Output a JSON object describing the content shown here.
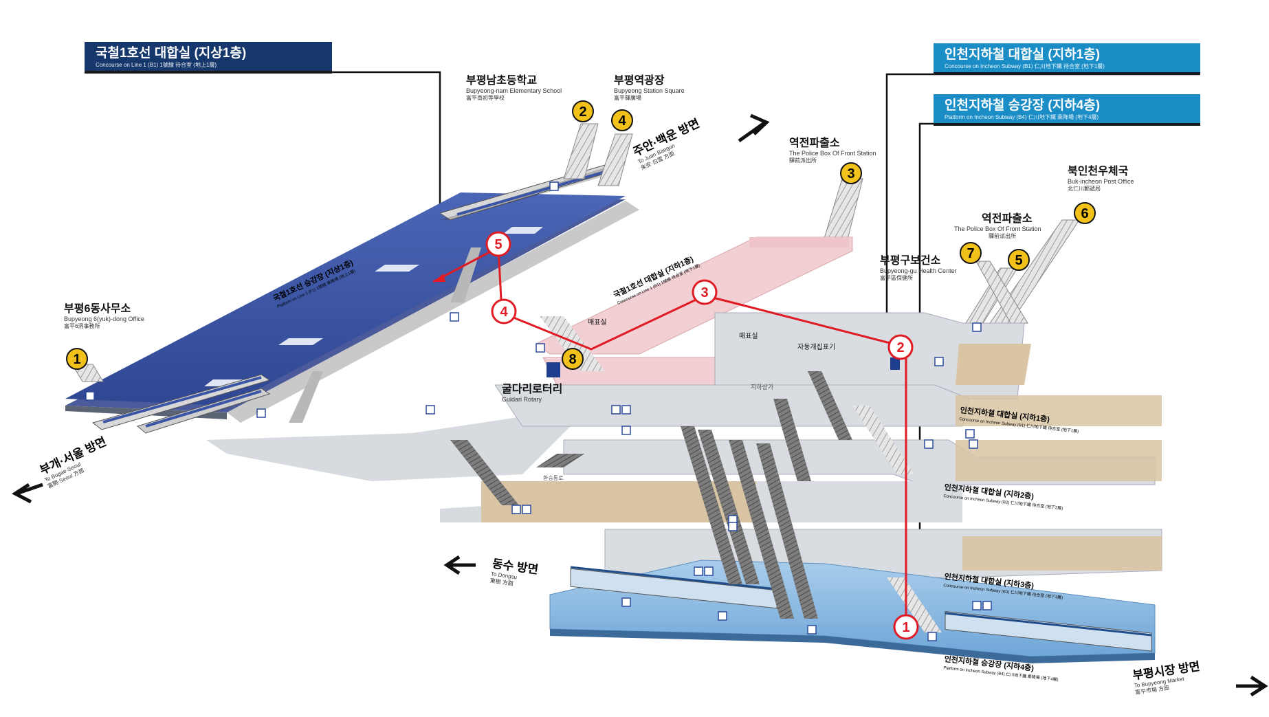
{
  "headers": {
    "line1_concourse": {
      "title": "국철1호선 대합실 (지상1층)",
      "subtitle": "Concourse on Line 1 (B1)   1號線 待合室 (地上1層)"
    },
    "incheon_concourse": {
      "title": "인천지하철 대합실 (지하1층)",
      "subtitle": "Concourse on Incheon Subway (B1)   仁川地下鐵 待合室 (地下1層)"
    },
    "incheon_platform": {
      "title": "인천지하철 승강장 (지하4층)",
      "subtitle": "Platform on Incheon Subway (B4)   仁川地下鐵 乘降場 (地下4層)"
    }
  },
  "places": {
    "elementary": {
      "ko": "부평남초등학교",
      "en": "Bupyeong-nam Elementary School",
      "cn": "富平南初等學校"
    },
    "square": {
      "ko": "부평역광장",
      "en": "Bupyeong Station Square",
      "cn": "富平驛廣場"
    },
    "police3": {
      "ko": "역전파출소",
      "en": "The Police Box Of Front Station",
      "cn": "驛前派出所"
    },
    "post_office": {
      "ko": "북인천우체국",
      "en": "Buk-incheon Post Office",
      "cn": "北仁川郵遞局"
    },
    "police5": {
      "ko": "역전파출소",
      "en": "The Police Box Of Front Station",
      "cn": "驛前派出所"
    },
    "health_center": {
      "ko": "부평구보건소",
      "en": "Bupyeong-gu Health Center",
      "cn": "富平區保健所"
    },
    "dong_office": {
      "ko": "부평6동사무소",
      "en": "Bupyeong 6(yuk)-dong Office",
      "cn": "富平6洞事務所"
    },
    "rotary": {
      "ko": "굴다리로터리",
      "en": "Guldari Rotary"
    }
  },
  "directions": {
    "juan": {
      "ko": "주안·백운 방면",
      "en": "To Juan·Baegun",
      "cn": "朱安·白雲 方面"
    },
    "bugae": {
      "ko": "부개·서울 방면",
      "en": "To Bugae·Seoul",
      "cn": "富開·Seoul 方面"
    },
    "dongsu": {
      "ko": "동수 방면",
      "en": "To Dongsu",
      "cn": "東樹 方面"
    },
    "market": {
      "ko": "부평시장 방면",
      "en": "To Bupyeong Market",
      "cn": "富平市場 方面"
    }
  },
  "level_labels": {
    "line1_platform": {
      "ko": "국철1호선 승강장 (지상1층)",
      "en": "Platform on Line 1 (F1)  1號線 乘降場 (地上1層)"
    },
    "line1_concourse_b1": {
      "ko": "국철1호선 대합실 (지하1층)",
      "en": "Concourse on Line 1 (B1)  1號線 待合室 (地下1層)"
    },
    "ic_b1": {
      "ko": "인천지하철 대합실 (지하1층)",
      "en": "Concourse on Incheon Subway (B1)  仁川地下鐵 待合室 (地下1層)"
    },
    "ic_b2": {
      "ko": "인천지하철 대합실 (지하2층)",
      "en": "Concourse on Incheon Subway (B2)  仁川地下鐵 待合室 (地下2層)"
    },
    "ic_b3": {
      "ko": "인천지하철 대합실 (지하3층)",
      "en": "Concourse on Incheon Subway (B3)  仁川地下鐵 待合室 (地下3層)"
    },
    "ic_b4": {
      "ko": "인천지하철 승강장 (지하4층)",
      "en": "Platform on Incheon Subway (B4)  仁川地下鐵 乘降場 (地下4層)"
    }
  },
  "small_labels": {
    "ticket1": "매표실",
    "ticket2": "매표실",
    "gates": "자동개집표기",
    "underground_mall": "지하상가",
    "transfer_passage": "환승통로"
  },
  "exits": {
    "e1": "1",
    "e2": "2",
    "e3": "3",
    "e4": "4",
    "e5": "5",
    "e6": "6",
    "e7": "7",
    "e8": "8"
  },
  "route_markers": {
    "r1": "1",
    "r2": "2",
    "r3": "3",
    "r4": "4",
    "r5": "5"
  },
  "colors": {
    "line1_blue": "#3b55a6",
    "incheon_blue": "#7fb2de",
    "route_red": "#e01b24",
    "exit_yellow": "#f2c21b",
    "concourse_grey": "#d9dde2",
    "pink_concourse": "#f2cfd2",
    "tan_floor": "#d9c4a3"
  }
}
